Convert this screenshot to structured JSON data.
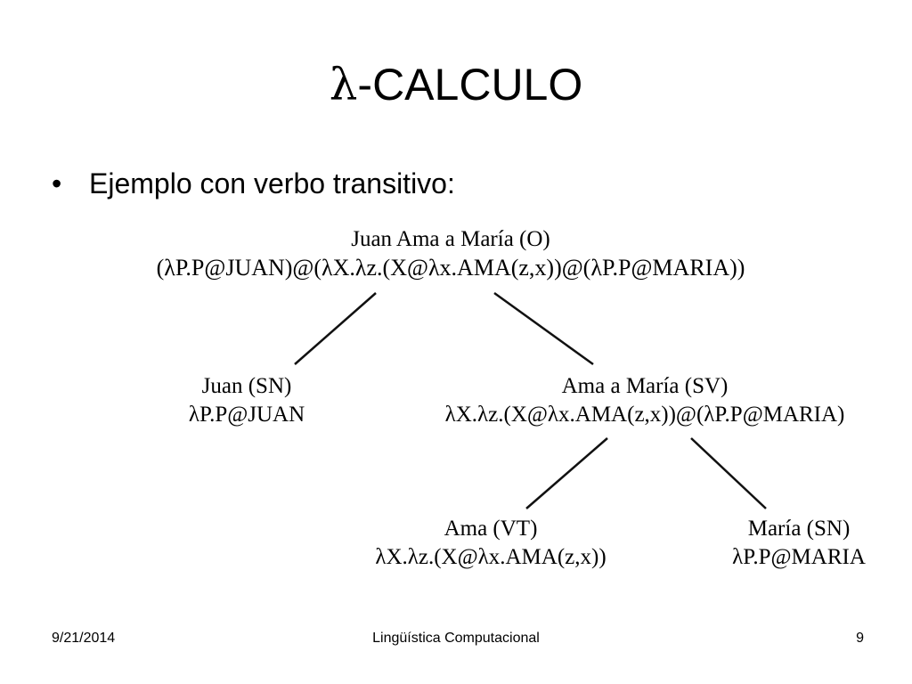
{
  "slide": {
    "title_lambda": "λ",
    "title_text": "-CALCULO",
    "bullet_symbol": "•",
    "bullet_text": "Ejemplo con verbo transitivo:"
  },
  "tree": {
    "root": {
      "label": "Juan Ama a María (O)",
      "expr": "(λP.P@JUAN)@(λX.λz.(X@λx.AMA(z,x))@(λP.P@MARIA))"
    },
    "sn_juan": {
      "label": "Juan (SN)",
      "expr": "λP.P@JUAN"
    },
    "sv": {
      "label": "Ama a María (SV)",
      "expr": "λX.λz.(X@λx.AMA(z,x))@(λP.P@MARIA)"
    },
    "vt": {
      "label": "Ama (VT)",
      "expr": "λX.λz.(X@λx.AMA(z,x))"
    },
    "sn_maria": {
      "label": "María (SN)",
      "expr": "λP.P@MARIA"
    }
  },
  "footer": {
    "date": "9/21/2014",
    "center": "Lingüística Computacional",
    "page": "9"
  }
}
